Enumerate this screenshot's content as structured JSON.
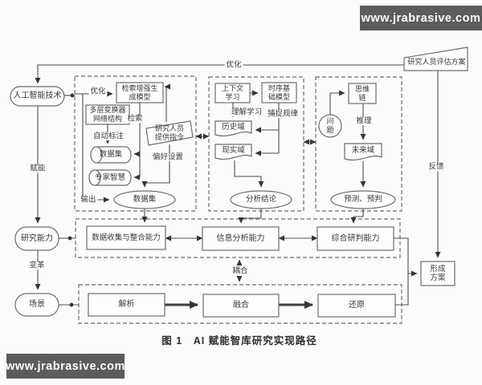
{
  "watermark_top": "www.jrabrasive.com",
  "watermark_bottom": "www.jrabrasive.com",
  "caption": "图 1　AI 赋能智库研究实现路径",
  "nodes": {
    "ai_tech": "人工智能技术",
    "research_cap": "研究能力",
    "scene": "场景",
    "rag_model": "检索增强生\n成模型",
    "transformer": "多层变换器\n网络结构",
    "instructions": "研究人员\n提供指令",
    "dataset_cylinder": "数据集",
    "expert_cylinder": "专家智慧",
    "dataset_output": "数据集",
    "context_learning": "上下文\n学习",
    "ts_model": "时序基\n础模型",
    "history_domain": "历史域",
    "reality_domain": "现实域",
    "analysis_conclusion": "分析结论",
    "cot": "思维\n链",
    "question": "问\n题",
    "future_domain": "未来域",
    "prediction": "预测、预判",
    "eval_plan": "研究人员评估方案",
    "form_plan": "形成\n方案",
    "cap_data": "数据收集与整合能力",
    "cap_info": "信息分析能力",
    "cap_judge": "综合研判能力",
    "scene_parse": "解析",
    "scene_fuse": "融合",
    "scene_restore": "还原"
  },
  "edge_labels": {
    "optimize_top": "优化",
    "optimize_inner": "优化",
    "retrieve": "检索",
    "preference": "偏好设置",
    "auto_label": "自动标注",
    "output": "输出",
    "empower": "赋能",
    "transform": "变革",
    "understand_learn": "理解学习",
    "capture_rules": "捕捉规律",
    "reasoning": "推理",
    "feedback": "反馈",
    "coupling": "耦合"
  },
  "colors": {
    "line": "#4f4f4f",
    "watermark_bg": "#5c5c5c",
    "background": "#fbfbfb"
  }
}
